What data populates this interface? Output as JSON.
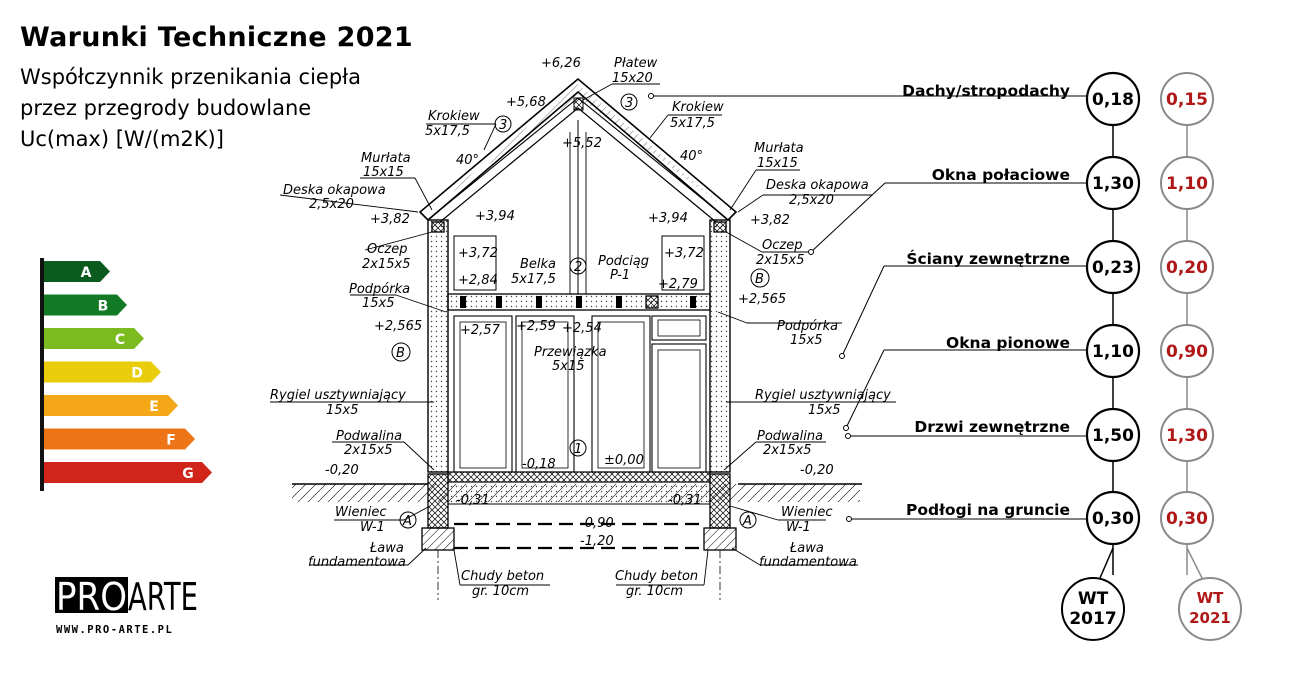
{
  "header": {
    "title": "Warunki Techniczne 2021",
    "subtitle_lines": [
      "Współczynnik przenikania ciepła",
      "przez przegrody budowlane",
      "Uc(max) [W/(m2K)]"
    ]
  },
  "energy_classes": [
    {
      "label": "A",
      "color": "#0b5a1e"
    },
    {
      "label": "B",
      "color": "#127a25"
    },
    {
      "label": "C",
      "color": "#7cbb1f"
    },
    {
      "label": "D",
      "color": "#e9cd0a"
    },
    {
      "label": "E",
      "color": "#f4a717"
    },
    {
      "label": "F",
      "color": "#ee7517"
    },
    {
      "label": "G",
      "color": "#d1241a"
    }
  ],
  "comparison": {
    "rows": [
      {
        "label": "Dachy/stropodachy",
        "wt2017": "0,18",
        "wt2021": "0,15"
      },
      {
        "label": "Okna połaciowe",
        "wt2017": "1,30",
        "wt2021": "1,10"
      },
      {
        "label": "Ściany zewnętrzne",
        "wt2017": "0,23",
        "wt2021": "0,20"
      },
      {
        "label": "Okna pionowe",
        "wt2017": "1,10",
        "wt2021": "0,90"
      },
      {
        "label": "Drzwi zewnętrzne",
        "wt2017": "1,50",
        "wt2021": "1,30"
      },
      {
        "label": "Podłogi na gruncie",
        "wt2017": "0,30",
        "wt2021": "0,30"
      }
    ],
    "footer_2017": [
      "WT",
      "2017"
    ],
    "footer_2021": [
      "WT",
      "2021"
    ],
    "color_2021": "#b01818",
    "ring_2021": "#8a8a8a"
  },
  "logo": {
    "pro": "PRO",
    "arte": "ARTE",
    "url": "WWW.PRO-ARTE.PL"
  },
  "drawing": {
    "texts": [
      "+6,26",
      "Płatew",
      "15x20",
      "+5,68",
      "+5,52",
      "Krokiew",
      "5x17,5",
      "Krokiew",
      "5x17,5",
      "40°",
      "40°",
      "Murłata",
      "15x15",
      "Murłata",
      "15x15",
      "Deska okapowa",
      "2,5x20",
      "Deska okapowa",
      "2,5x20",
      "+3,82",
      "+3,94",
      "+3,94",
      "+3,82",
      "+3,72",
      "+3,72",
      "Oczep",
      "2x15x5",
      "Oczep",
      "2x15x5",
      "Belka",
      "5x17,5",
      "Podciąg",
      "P-1",
      "+2,84",
      "+2,79",
      "Podpórka",
      "15x5",
      "+2,565",
      "+2,565",
      "Podpórka",
      "15x5",
      "+2,57",
      "+2,59",
      "+2,54",
      "Przewiązka",
      "5x15",
      "Rygiel usztywniający",
      "15x5",
      "Rygiel usztywniający",
      "15x5",
      "Podwalina",
      "2x15x5",
      "Podwalina",
      "2x15x5",
      "-0,20",
      "-0,20",
      "-0,18",
      "±0,00",
      "-0,31",
      "-0,31",
      "Wieniec",
      "W-1",
      "Wieniec",
      "W-1",
      "-0,90",
      "-1,20",
      "Ława",
      "fundamentowa",
      "Ława",
      "fundamentowa",
      "Chudy beton",
      "gr. 10cm",
      "Chudy beton",
      "gr. 10cm",
      "3",
      "3",
      "2",
      "1",
      "A",
      "A",
      "B",
      "B"
    ]
  }
}
